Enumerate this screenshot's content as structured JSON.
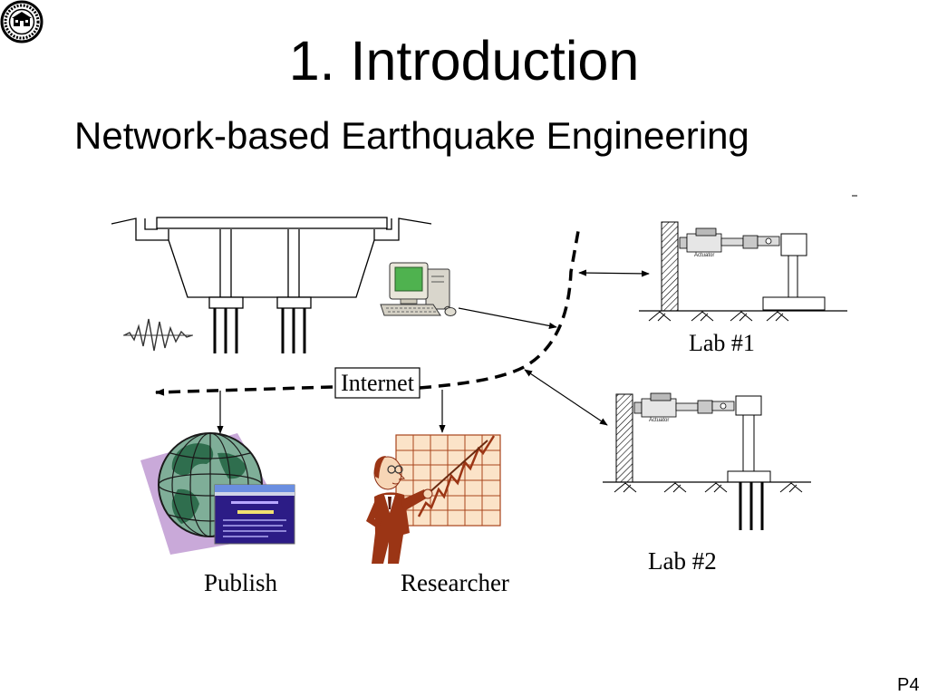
{
  "slide": {
    "title": "1. Introduction",
    "subtitle": "Network-based Earthquake Engineering",
    "page_number": "P4"
  },
  "diagram": {
    "internet": "Internet",
    "lab1": "Lab #1",
    "lab2": "Lab #2",
    "publish": "Publish",
    "researcher": "Researcher",
    "actuator": "Actuator"
  },
  "icons": {
    "logo": "university-seal-logo",
    "bridge": "bridge-structure-drawing",
    "seismogram": "earthquake-wave-icon",
    "computer": "desktop-computer-icon",
    "globe": "globe-with-browser-icon",
    "researcher": "researcher-with-chart-icon",
    "lab_specimen": "actuator-test-setup-drawing"
  },
  "colors": {
    "background": "#ffffff",
    "text": "#000000",
    "computer_screen": "#4fb24f",
    "globe": "#7fae98",
    "browser_window": "#2c1c86",
    "researcher_suit": "#9b3515",
    "chart_background": "#fbe3c8"
  }
}
